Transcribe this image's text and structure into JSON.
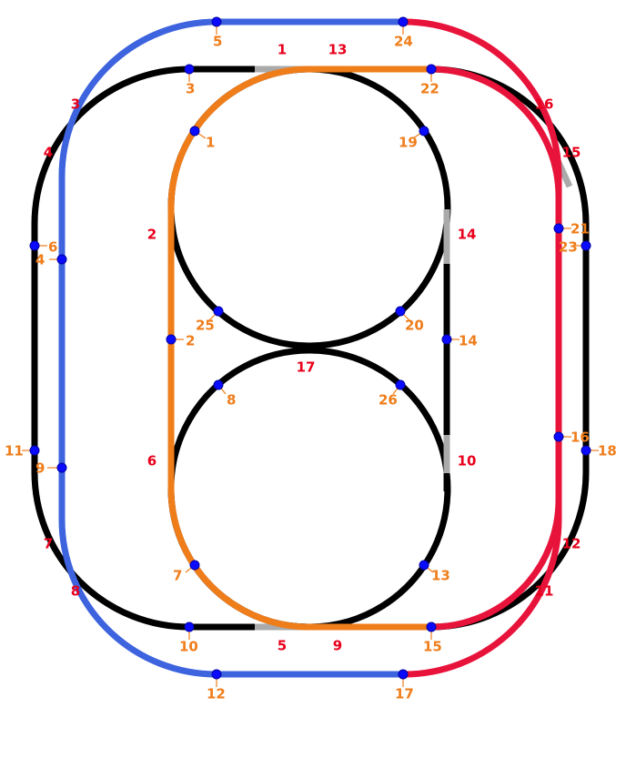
{
  "colors": {
    "black_track": "#000000",
    "gap": "#aaaaaa",
    "orange_route": "#ef7d1a",
    "blue_route": "#3d63de",
    "red_route": "#e8133a",
    "segment_label": "#e8001c",
    "node_label": "#ef7d1a",
    "node": "#0a0aff"
  },
  "segment_labels": [
    "1",
    "13",
    "3",
    "16",
    "4",
    "15",
    "2",
    "14",
    "17",
    "6",
    "10",
    "7",
    "12",
    "8",
    "11",
    "5",
    "9"
  ],
  "node_labels": [
    "5",
    "24",
    "3",
    "22",
    "1",
    "19",
    "6",
    "4",
    "21",
    "23",
    "25",
    "20",
    "2",
    "14",
    "8",
    "26",
    "11",
    "9",
    "16",
    "18",
    "7",
    "13",
    "10",
    "15",
    "12",
    "17"
  ]
}
